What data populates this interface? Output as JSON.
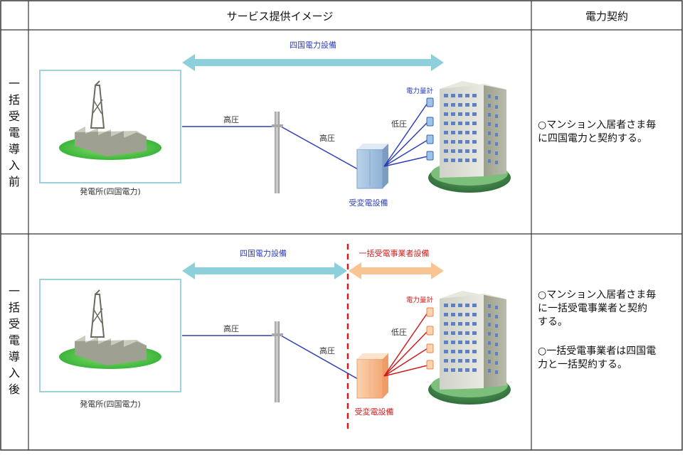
{
  "header": {
    "service_image": "サービス提供イメージ",
    "contract": "電力契約"
  },
  "rows": [
    {
      "label_chars": [
        "一",
        "括",
        "受",
        "電",
        "導",
        "入",
        "前"
      ],
      "power_plant": "発電所(四国電力)",
      "span_label_shikoku": "四国電力設備",
      "high_voltage_1": "高圧",
      "high_voltage_2": "高圧",
      "low_voltage": "低圧",
      "meter": "電力量計",
      "substation": "受変電設備",
      "contract_text": "○マンション入居者さま毎\nに四国電力と契約する。"
    },
    {
      "label_chars": [
        "一",
        "括",
        "受",
        "電",
        "導",
        "入",
        "後"
      ],
      "power_plant": "発電所(四国電力)",
      "span_label_shikoku": "四国電力設備",
      "span_label_provider": "一括受電事業者設備",
      "high_voltage_1": "高圧",
      "high_voltage_2": "高圧",
      "low_voltage": "低圧",
      "meter": "電力量計",
      "substation": "受変電設備",
      "contract_text_1": "○マンション入居者さま毎\nに一括受電事業者と契約\nする。",
      "contract_text_2": "○一括受電事業者は四国電\n力と一括契約する。"
    }
  ],
  "colors": {
    "shikoku_arrow": "#8ecfdc",
    "provider_arrow": "#f9c493",
    "blue_line": "#2d3fb8",
    "red_line": "#d01c1c",
    "blue_text": "#2d3fb8",
    "red_text": "#d01c1c"
  }
}
